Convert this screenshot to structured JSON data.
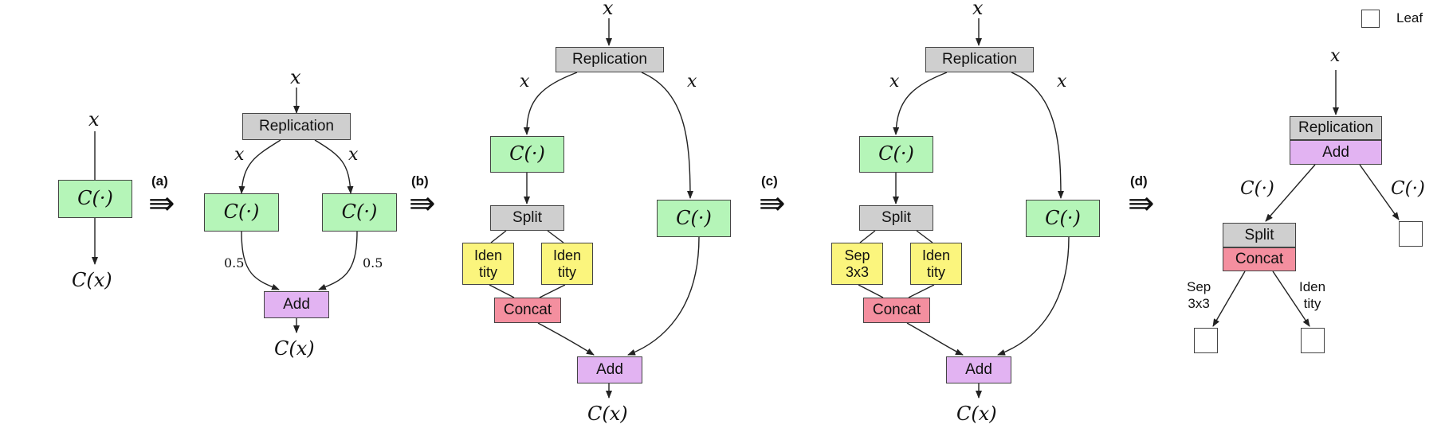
{
  "steps": [
    "(a)",
    "(b)",
    "(c)",
    "(d)"
  ],
  "legend": {
    "label": "Leaf"
  },
  "symbols": {
    "x": "x",
    "c_dot": "C(·)",
    "c_x": "C(x)",
    "half": "0.5",
    "implies": "⇛"
  },
  "nodes": {
    "replication": "Replication",
    "add": "Add",
    "split": "Split",
    "concat": "Concat",
    "identity": "Iden\ntity",
    "sep3x3": "Sep\n3x3"
  },
  "tree_edges": {
    "sep3x3": "Sep\n3x3",
    "identity": "Iden\ntity"
  }
}
